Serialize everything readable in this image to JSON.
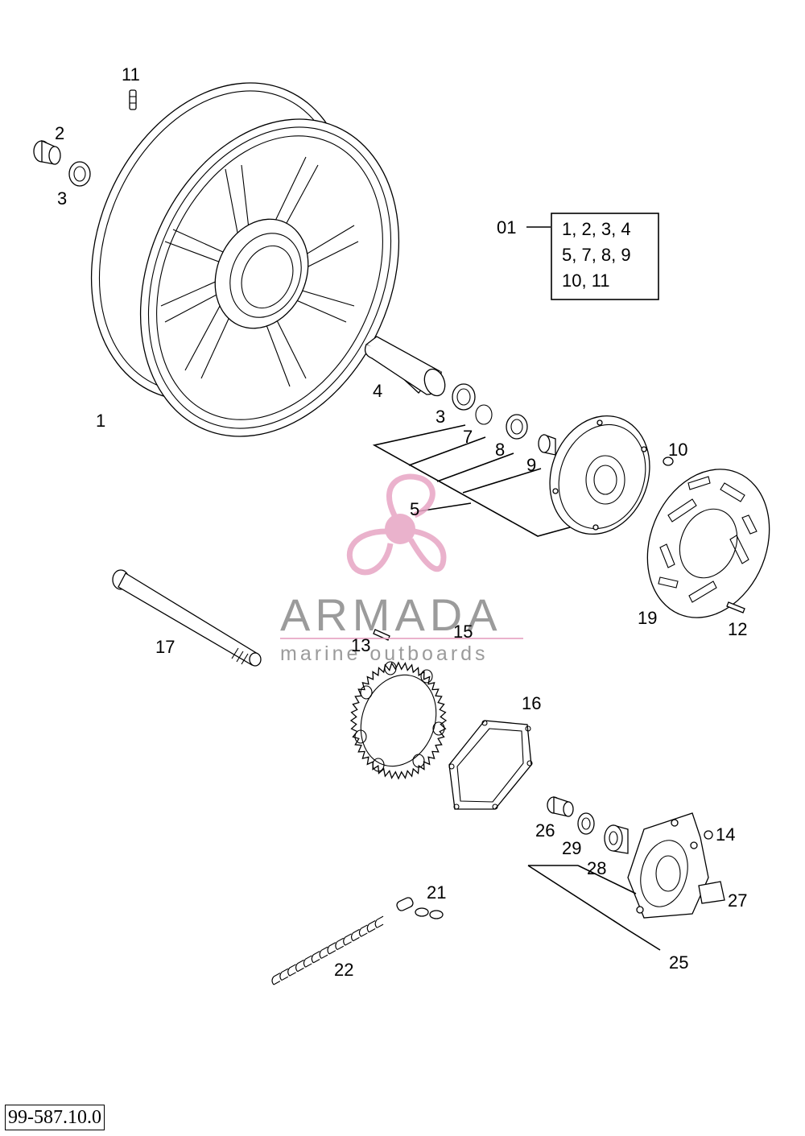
{
  "labels": {
    "p1": "1",
    "p2": "2",
    "p3a": "3",
    "p3b": "3",
    "p4": "4",
    "p5": "5",
    "p7": "7",
    "p8": "8",
    "p9": "9",
    "p10": "10",
    "p11": "11",
    "p12": "12",
    "p13": "13",
    "p14": "14",
    "p15": "15",
    "p16": "16",
    "p17": "17",
    "p19": "19",
    "p21": "21",
    "p22": "22",
    "p25": "25",
    "p26": "26",
    "p27": "27",
    "p28": "28",
    "p29": "29"
  },
  "kit": {
    "number": "01",
    "lines": [
      "1, 2, 3, 4",
      "5, 7, 8, 9",
      "10, 11"
    ]
  },
  "watermark": {
    "name": "ARMADA",
    "tagline": "marine outboards",
    "color": "#e7a5c4"
  },
  "drawing_code": "99-587.10.0"
}
